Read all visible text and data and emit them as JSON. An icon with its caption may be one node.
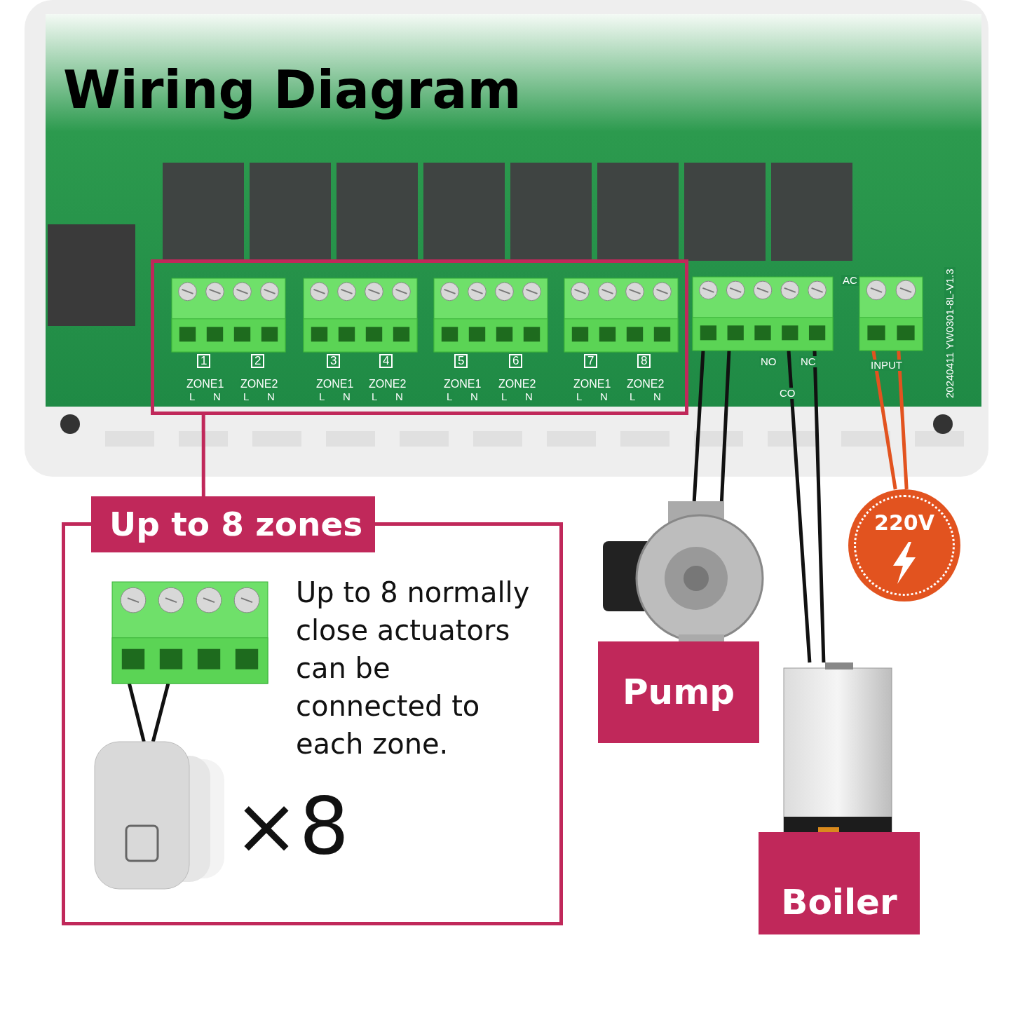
{
  "diagram": {
    "title": "Wiring Diagram",
    "nodes": [
      {
        "text": [],
        "shape": "box"
      },
      {
        "text": [
          "Up to 8 zones",
          "Up to 8 normally close actuators can be connected to each zone.",
          "×8"
        ]
      },
      {
        "text": [],
        "shape": "picture",
        "beside": [
          "NO",
          "NC",
          "CO"
        ]
      },
      {
        "text": [],
        "shape": "picture"
      },
      {
        "text": [
          "Pump"
        ]
      },
      {
        "text": [
          "Boiler"
        ]
      },
      {
        "text": [
          "220V"
        ]
      },
      {
        "text": [],
        "shape": "picture",
        "in": 1
      },
      {
        "text": [],
        "shape": "picture",
        "in": 1
      }
    ],
    "edges": [
      {
        "from": 0,
        "to": 1,
        "arrow": "none",
        "color": "#c0285a"
      },
      {
        "from": 2,
        "to": 4,
        "arrow": "none"
      },
      {
        "from": 2,
        "to": 5,
        "arrow": "none"
      },
      {
        "from": 3,
        "to": 6,
        "arrow": "none",
        "color": "#e2531f"
      },
      {
        "from": 7,
        "to": 8,
        "arrow": "none"
      }
    ],
    "labels": [
      "1",
      "2",
      "3",
      "4",
      "5",
      "6",
      "7",
      "8",
      "ZONE1",
      "ZONE2",
      "ZONE1",
      "ZONE2",
      "ZONE1",
      "ZONE2",
      "ZONE1",
      "ZONE2",
      "L",
      "N",
      "L",
      "N",
      "L",
      "N",
      "L",
      "N",
      "L",
      "N",
      "L",
      "N",
      "L",
      "N",
      "L",
      "N",
      "AC",
      "INPUT",
      "20240411 YW0301-8L-V1.3"
    ]
  }
}
